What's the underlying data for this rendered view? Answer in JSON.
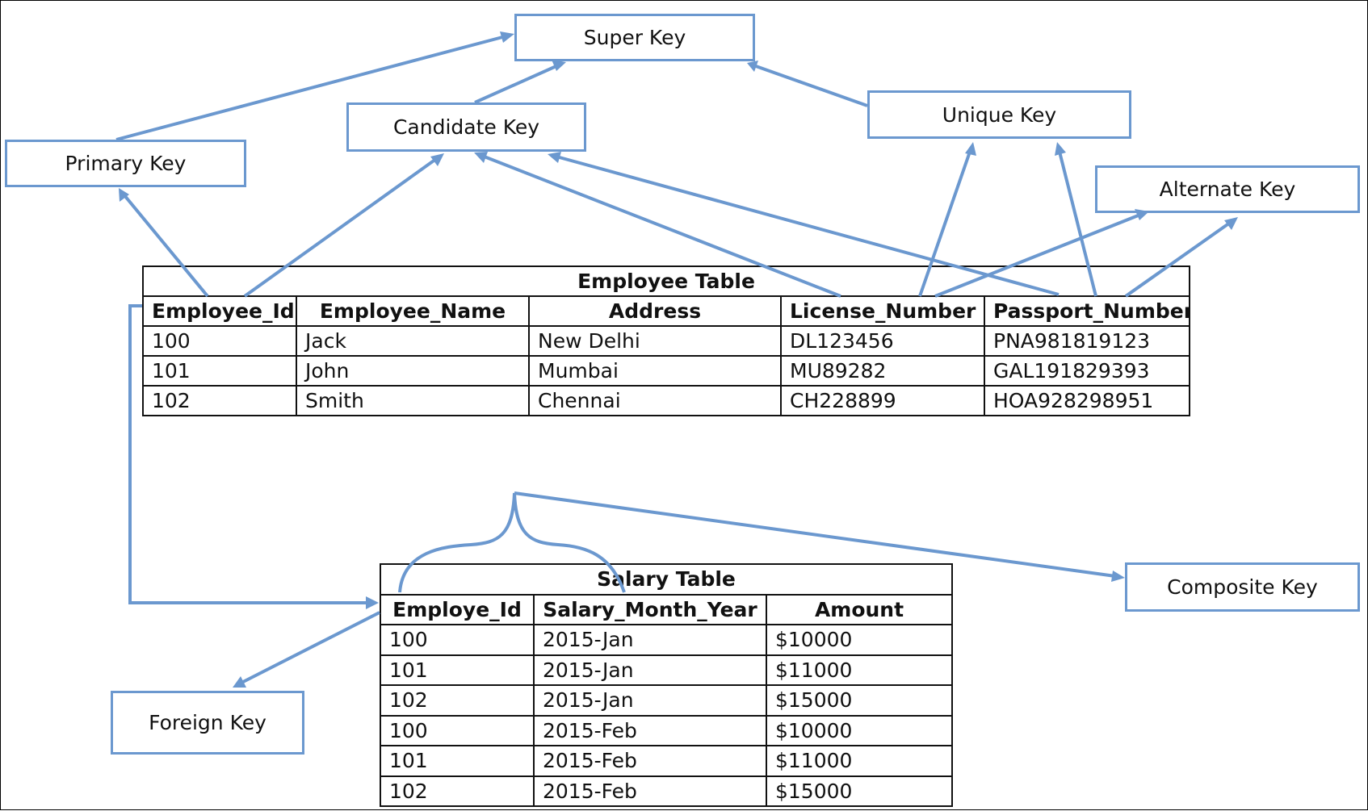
{
  "keys": {
    "super": "Super Key",
    "candidate": "Candidate Key",
    "unique": "Unique Key",
    "primary": "Primary Key",
    "alternate": "Alternate Key",
    "composite": "Composite Key",
    "foreign": "Foreign Key"
  },
  "employee_table": {
    "title": "Employee Table",
    "columns": [
      "Employee_Id",
      "Employee_Name",
      "Address",
      "License_Number",
      "Passport_Number"
    ],
    "rows": [
      [
        "100",
        "Jack",
        "New Delhi",
        "DL123456",
        "PNA981819123"
      ],
      [
        "101",
        "John",
        "Mumbai",
        "MU89282",
        "GAL191829393"
      ],
      [
        "102",
        "Smith",
        "Chennai",
        "CH228899",
        "HOA928298951"
      ]
    ]
  },
  "salary_table": {
    "title": "Salary Table",
    "columns": [
      "Employe_Id",
      "Salary_Month_Year",
      "Amount"
    ],
    "rows": [
      [
        "100",
        "2015-Jan",
        "$10000"
      ],
      [
        "101",
        "2015-Jan",
        "$11000"
      ],
      [
        "102",
        "2015-Jan",
        "$15000"
      ],
      [
        "100",
        "2015-Feb",
        "$10000"
      ],
      [
        "101",
        "2015-Feb",
        "$11000"
      ],
      [
        "102",
        "2015-Feb",
        "$15000"
      ]
    ]
  },
  "colors": {
    "arrow": "#6b98cf",
    "box_border": "#6b98cf",
    "table_border": "#111111"
  }
}
